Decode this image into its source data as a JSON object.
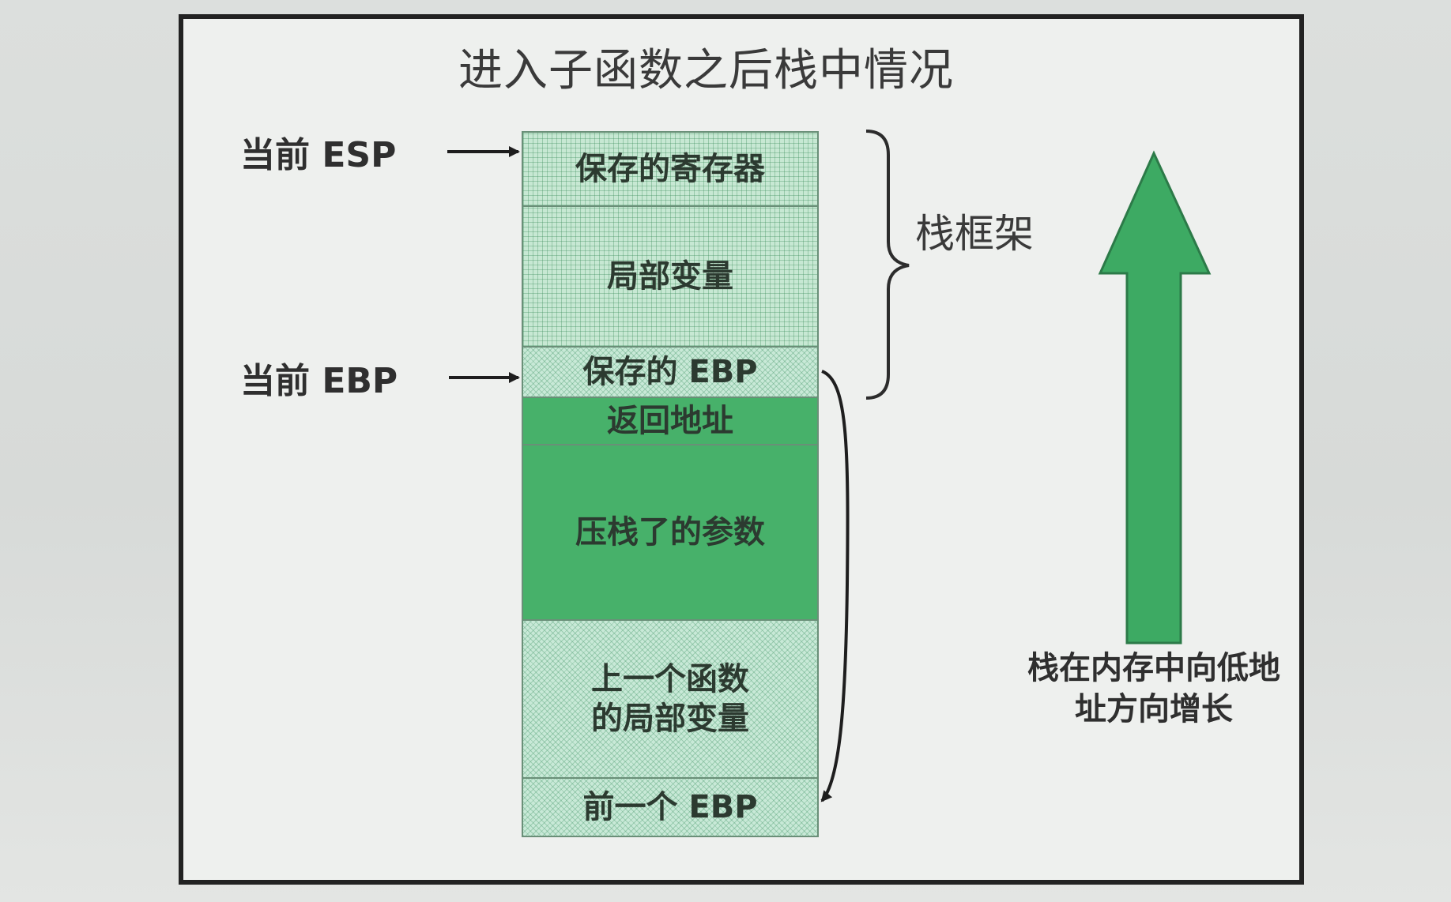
{
  "diagram": {
    "title": "进入子函数之后栈中情况",
    "pointers": {
      "esp_label": "当前 ESP",
      "ebp_label": "当前 EBP"
    },
    "stack_cells": [
      {
        "label": "保存的寄存器"
      },
      {
        "label": "局部变量"
      },
      {
        "label": "保存的 EBP"
      },
      {
        "label": "返回地址"
      },
      {
        "label": "压栈了的参数"
      },
      {
        "label": "上一个函数\n的局部变量"
      },
      {
        "label": "前一个 EBP"
      }
    ],
    "frame_label": "栈框架",
    "growth_label": "栈在内存中向低地址方向增长",
    "colors": {
      "grid_cell": "#c7e8d3",
      "solid_cell": "#47b16a",
      "arrow_green": "#3daa63",
      "frame_border": "#222222"
    }
  }
}
